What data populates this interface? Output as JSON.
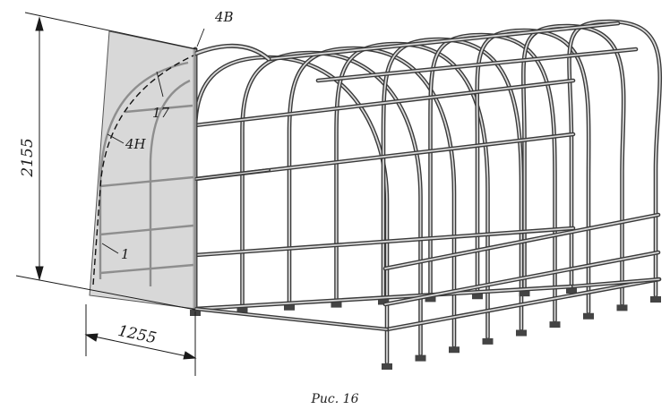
{
  "dimensions": {
    "height_value": "2155",
    "width_value": "1255"
  },
  "callouts": {
    "roof_arc": "4В",
    "purlin": "17",
    "lower_arc": "4Н",
    "post": "1"
  },
  "caption": "Рис. 16",
  "colors": {
    "frame": "#3a3a3a",
    "frame_highlight": "#d8d8d8",
    "cover_panel": "#c9c9c9",
    "ink": "#1a1a1a"
  }
}
